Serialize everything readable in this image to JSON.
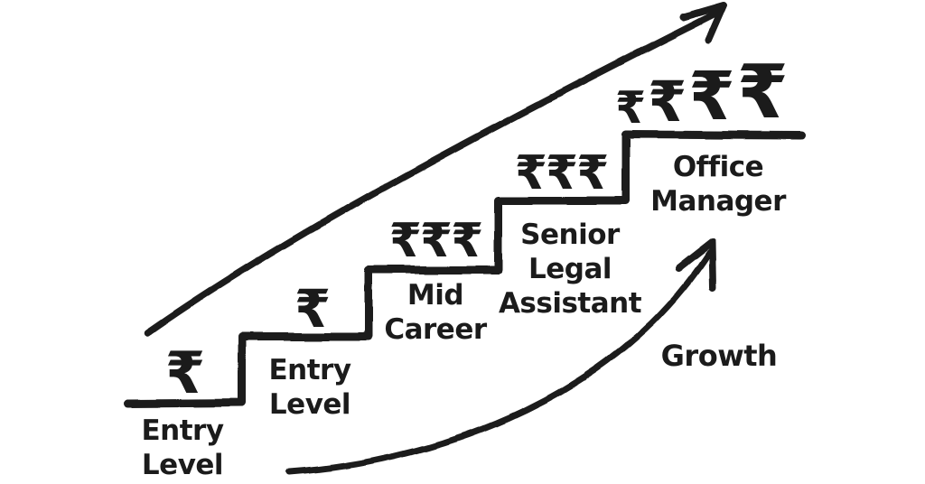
{
  "colors": {
    "ink": "#1b1b1b",
    "background": "#ffffff"
  },
  "steps": [
    {
      "label": "Entry\nLevel",
      "salary_symbols": "₹"
    },
    {
      "label": "Entry\nLevel",
      "salary_symbols": "₹"
    },
    {
      "label": "Mid\nCareer",
      "salary_symbols": "₹₹₹"
    },
    {
      "label": "Senior\nLegal\nAssistant",
      "salary_symbols": "₹₹₹"
    },
    {
      "label": "Office\nManager",
      "salary_symbols": [
        "₹",
        "₹",
        "₹",
        "₹"
      ]
    }
  ],
  "annotations": {
    "growth": "Growth"
  }
}
